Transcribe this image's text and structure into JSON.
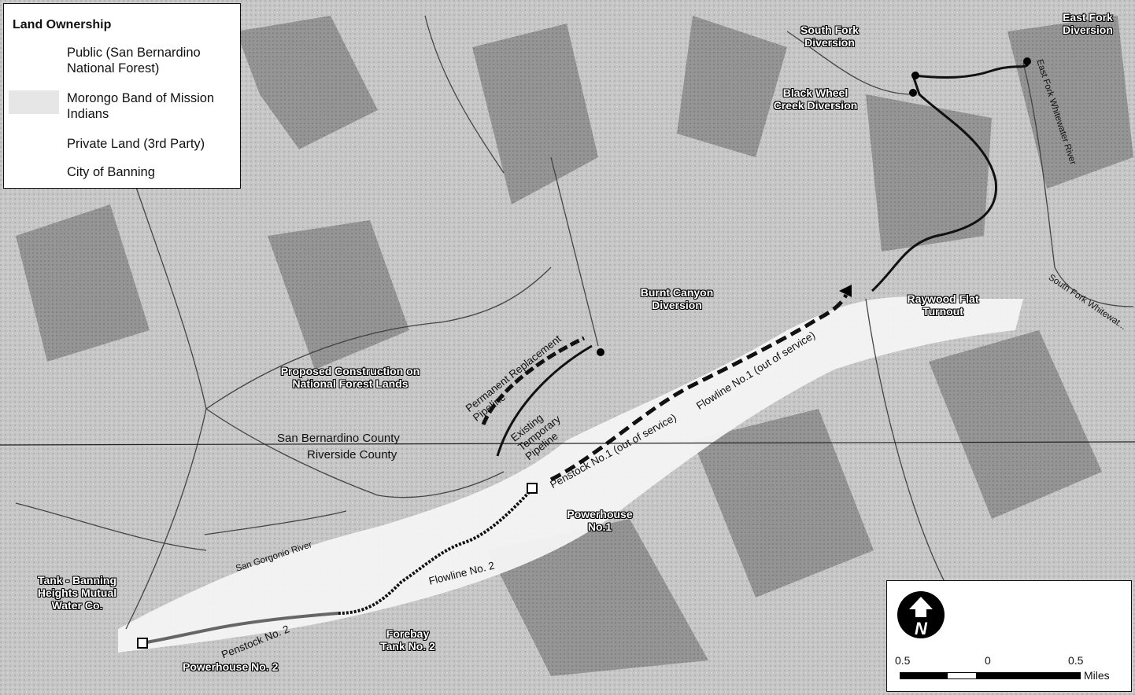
{
  "legend": {
    "title": "Land Ownership",
    "items": [
      {
        "label": "Public (San Bernardino National Forest)",
        "swatch": "#d4d4d4"
      },
      {
        "label": "Morongo Band of Mission Indians",
        "swatch": "#bdbdbd"
      },
      {
        "label": "Private Land (3rd Party)",
        "swatch": "#ffffff"
      },
      {
        "label": "City of Banning",
        "swatch": "#ffffff"
      }
    ]
  },
  "labels": {
    "east_fork_diversion": "East Fork Diversion",
    "south_fork_diversion": "South Fork Diversion",
    "black_wheel": "Black Wheel Creek Diversion",
    "raywood": "Raywood Flat Turnout",
    "burnt_canyon": "Burnt Canyon Diversion",
    "proposed_construction": "Proposed Construction on National Forest Lands",
    "san_bernardino_county": "San Bernardino County",
    "riverside_county": "Riverside County",
    "powerhouse1": "Powerhouse No.1",
    "powerhouse2": "Powerhouse No. 2",
    "tank_banning": "Tank - Banning Heights Mutual Water Co.",
    "forebay": "Forebay Tank No. 2",
    "flowline2": "Flowline No. 2",
    "penstock2": "Penstock No. 2",
    "san_gorgonio": "San Gorgonio River",
    "permanent_pipeline": "Permanent Replacement Pipeline",
    "existing_pipeline": "Existing Temporary Pipeline",
    "flowline1": "Flowline No.1 (out of service)",
    "penstock1": "Penstock No.1 (out of service)",
    "east_fork_whitewater": "East Fork Whitewater River",
    "south_fork_whitewater": "South Fork Whitewat..."
  },
  "scale": {
    "ticks": [
      "0.5",
      "0",
      "0.5"
    ],
    "units": "Miles"
  },
  "north_icon": "north-arrow-icon",
  "colors": {
    "ink": "#111111",
    "terrain_dark": "#8e8e8e",
    "terrain_mid": "#b9b9b9",
    "valley": "#ffffff"
  }
}
